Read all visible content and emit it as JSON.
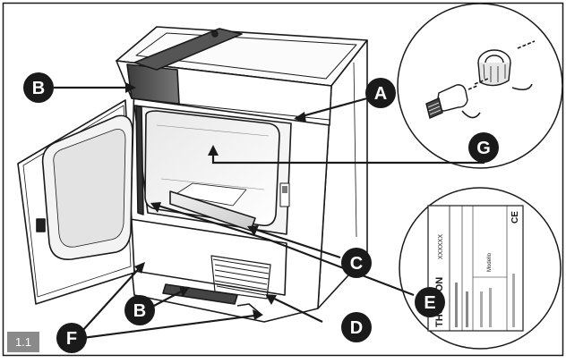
{
  "figure_number": "1.1",
  "callouts": {
    "A": "A",
    "B_top": "B",
    "B_bottom": "B",
    "C": "C",
    "D": "D",
    "E": "E",
    "F": "F",
    "G": "G"
  },
  "rating_plate": {
    "brand": "THOMSON",
    "code": "XXXXXX",
    "model_label": "Modello",
    "ce_mark": "CE"
  },
  "colors": {
    "outline": "#1a1a1a",
    "callout_fill": "#1a1a1a",
    "callout_text": "#ffffff",
    "badge": "#8a8a8a",
    "panel_dark": "#555555"
  }
}
